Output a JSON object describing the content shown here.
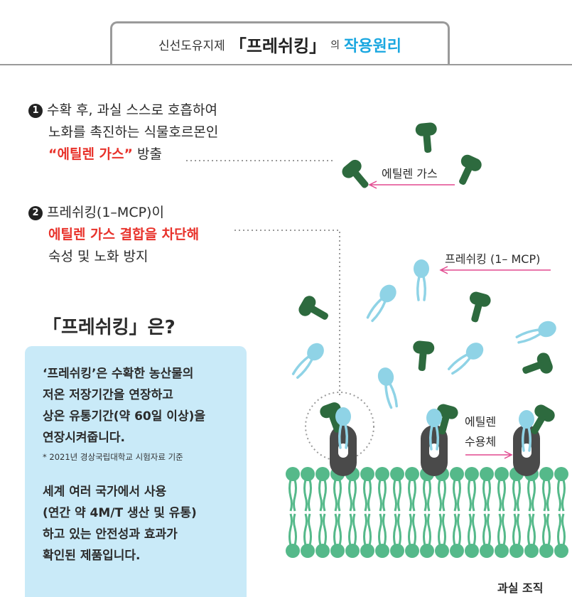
{
  "title": {
    "prefix": "신선도유지제",
    "brand": "「프레쉬킹」",
    "particle": "의",
    "accent": "작용원리"
  },
  "step1": {
    "number": "1",
    "line1": "수확 후, 과실 스스로 호흡하여",
    "line2": "노화를 촉진하는 식물호르몬인",
    "highlight": "“에틸렌 가스”",
    "after": "방출"
  },
  "step2": {
    "number": "2",
    "line1": "프레쉬킹(1–MCP)이",
    "highlight": "에틸렌 가스 결합을 차단해",
    "line3": "숙성 및 노화 방지"
  },
  "what": "「프레쉬킹」은?",
  "infobox": {
    "para1": [
      "‘프레쉬킹’은 수확한 농산물의",
      "저온 저장기간을 연장하고",
      "상온 유통기간(약 60일 이상)을",
      "연장시켜줍니다."
    ],
    "note": "* 2021년 경상국립대학교 시험자료 기준",
    "para2": [
      "세계 여러 국가에서 사용",
      "(연간 약 4M/T 생산 및 유통)",
      "하고 있는 안전성과 효과가",
      "확인된 제품입니다."
    ]
  },
  "diagram": {
    "ethylene_label": "에틸렌 가스",
    "freshking_label": "프레쉬킹 (1– MCP)",
    "receptor_label_1": "에틸렌",
    "receptor_label_2": "수용체",
    "tissue_label": "과실 조직"
  },
  "colors": {
    "ethylene": "#2d6a3e",
    "mcp": "#8fd3e6",
    "membrane": "#55b98a",
    "receptor": "#4a4a4a",
    "arrow": "#e2488f",
    "highlight_red": "#e8322b",
    "accent_blue": "#1aa7e0",
    "infobox_bg": "#c9eaf8"
  }
}
